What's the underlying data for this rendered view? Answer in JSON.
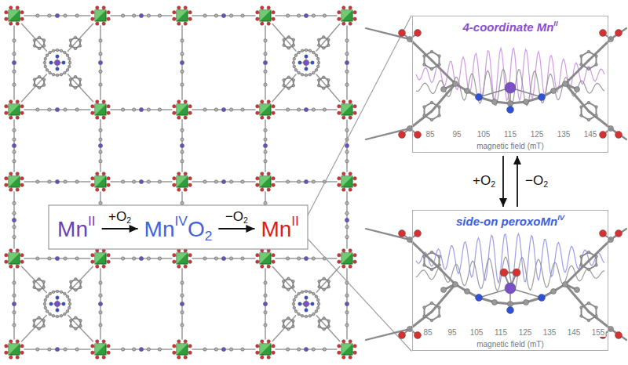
{
  "diagram": {
    "nodes": [
      {
        "text": [
          "MnII"
        ]
      },
      {
        "text": [
          "MnIVO2"
        ]
      },
      {
        "text": [
          "MnII"
        ]
      },
      {
        "text": [
          "4-coordinate MnII",
          "magnetic field (mT)"
        ]
      },
      {
        "text": [
          "side-on peroxoMnIV",
          "magnetic field (mT)"
        ]
      }
    ],
    "edges": [
      {
        "from": 0,
        "to": 1,
        "arrow": "to",
        "label": "+O2"
      },
      {
        "from": 1,
        "to": 2,
        "arrow": "to",
        "label": "−O2"
      },
      {
        "from": 3,
        "to": 4,
        "arrow": "to",
        "label": "+O2"
      },
      {
        "from": 4,
        "to": 3,
        "arrow": "to",
        "label": "−O2"
      }
    ],
    "labels": [
      "85",
      "95",
      "105",
      "115",
      "125",
      "135",
      "145",
      "85",
      "95",
      "105",
      "115",
      "125",
      "135",
      "145",
      "155"
    ]
  }
}
